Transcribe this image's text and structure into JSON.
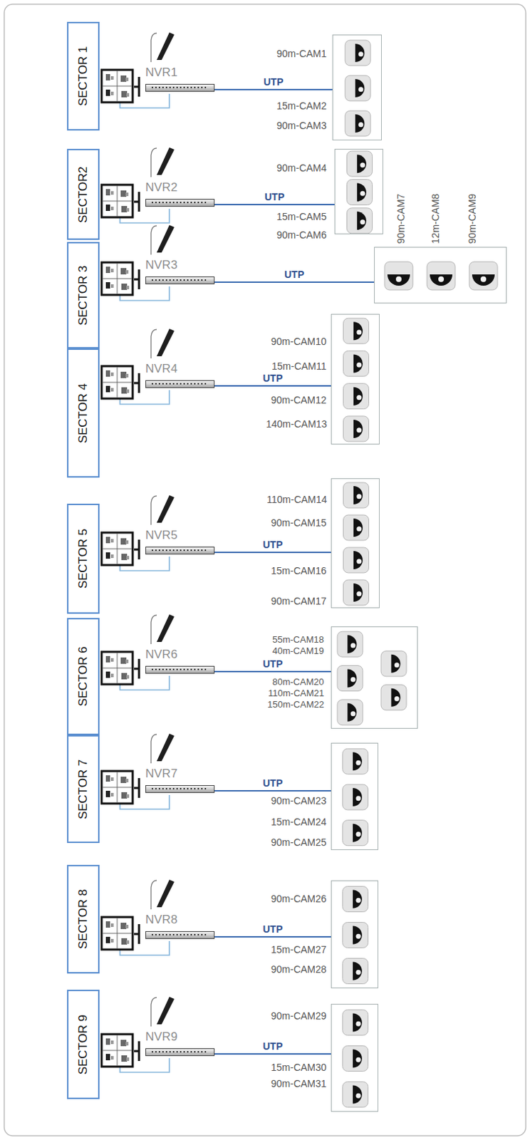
{
  "diagram": {
    "nodes": [
      {
        "text": [
          "SECTOR 1"
        ]
      },
      {
        "text": [
          "NVR1"
        ]
      },
      {
        "text": [
          "90m-CAM1",
          "15m-CAM2",
          "90m-CAM3"
        ]
      },
      {
        "text": [
          "SECTOR2"
        ]
      },
      {
        "text": [
          "NVR2"
        ]
      },
      {
        "text": [
          "90m-CAM4",
          "15m-CAM5",
          "90m-CAM6"
        ]
      },
      {
        "text": [
          "SECTOR 3"
        ]
      },
      {
        "text": [
          "NVR3"
        ]
      },
      {
        "text": [
          "90m-CAM7",
          "12m-CAM8",
          "90m-CAM9"
        ]
      },
      {
        "text": [
          "SECTOR 4"
        ]
      },
      {
        "text": [
          "NVR4"
        ]
      },
      {
        "text": [
          "90m-CAM10",
          "15m-CAM11",
          "90m-CAM12",
          "140m-CAM13"
        ]
      },
      {
        "text": [
          "SECTOR 5"
        ]
      },
      {
        "text": [
          "NVR5"
        ]
      },
      {
        "text": [
          "110m-CAM14",
          "90m-CAM15",
          "15m-CAM16",
          "90m-CAM17"
        ]
      },
      {
        "text": [
          "SECTOR 6"
        ]
      },
      {
        "text": [
          "NVR6"
        ]
      },
      {
        "text": [
          "55m-CAM18",
          "40m-CAM19",
          "80m-CAM20",
          "110m-CAM21",
          "150m-CAM22"
        ]
      },
      {
        "text": [
          "SECTOR 7"
        ]
      },
      {
        "text": [
          "NVR7"
        ]
      },
      {
        "text": [
          "90m-CAM23",
          "15m-CAM24",
          "90m-CAM25"
        ]
      },
      {
        "text": [
          "SECTOR 8"
        ]
      },
      {
        "text": [
          "NVR8"
        ]
      },
      {
        "text": [
          "90m-CAM26",
          "15m-CAM27",
          "90m-CAM28"
        ]
      },
      {
        "text": [
          "SECTOR 9"
        ]
      },
      {
        "text": [
          "NVR9"
        ]
      },
      {
        "text": [
          "90m-CAM29",
          "15m-CAM30",
          "90m-CAM31"
        ]
      }
    ],
    "edges": [
      {
        "from": 1,
        "to": 2,
        "arrow": "none",
        "label": "UTP"
      },
      {
        "from": 4,
        "to": 5,
        "arrow": "none",
        "label": "UTP"
      },
      {
        "from": 7,
        "to": 8,
        "arrow": "none",
        "label": "UTP"
      },
      {
        "from": 10,
        "to": 11,
        "arrow": "none",
        "label": "UTP"
      },
      {
        "from": 13,
        "to": 14,
        "arrow": "none",
        "label": "UTP"
      },
      {
        "from": 16,
        "to": 17,
        "arrow": "none",
        "label": "UTP"
      },
      {
        "from": 19,
        "to": 20,
        "arrow": "none",
        "label": "UTP"
      },
      {
        "from": 22,
        "to": 23,
        "arrow": "none",
        "label": "UTP"
      },
      {
        "from": 25,
        "to": 26,
        "arrow": "none",
        "label": "UTP"
      }
    ]
  }
}
